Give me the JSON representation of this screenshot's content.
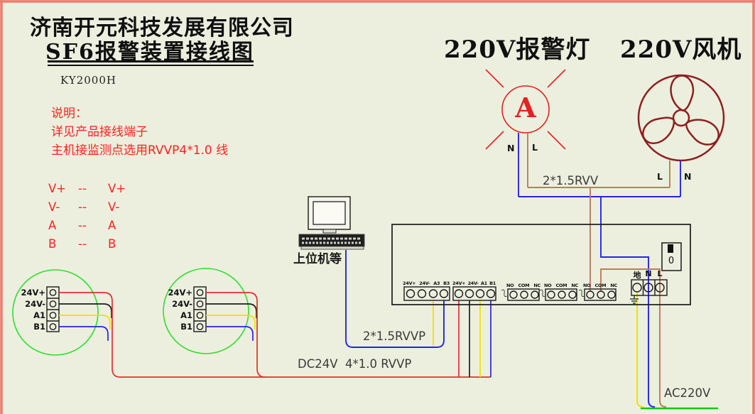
{
  "colors": {
    "background": "#ecefde",
    "frame": "#f2796e",
    "note_red": "#ff2020",
    "sensor_circle_green": "#2ee02e",
    "wire_red": "#e03030",
    "wire_black": "#1d1d1d",
    "wire_yellow": "#f0e000",
    "wire_blue": "#2424e8",
    "wire_brown": "#bd7b5e",
    "wire_green": "#00cc00",
    "lamp_red": "#e32222",
    "fan_maroon": "#8e1f1f"
  },
  "header": {
    "company": "济南开元科技发展有限公司",
    "title": "SF6报警装置接线图",
    "model": "KY2000H"
  },
  "notes": {
    "heading": "说明：",
    "line1": "详见产品接线端子",
    "line2": "主机接监测点选用RVVP4*1.0 线"
  },
  "signal_map": {
    "rows": [
      {
        "left": "V+",
        "sep": "--",
        "right": "V+"
      },
      {
        "left": "V-",
        "sep": "--",
        "right": "V-"
      },
      {
        "left": "A",
        "sep": "--",
        "right": "A"
      },
      {
        "left": "B",
        "sep": "--",
        "right": "B"
      }
    ]
  },
  "sensors": {
    "pins": [
      "24V+",
      "24V-",
      "A1",
      "B1"
    ]
  },
  "host_pc": {
    "label": "上位机等"
  },
  "alarm_lamp": {
    "heading": "220V报警灯",
    "symbol": "A",
    "n_label": "N",
    "l_label": "L"
  },
  "fan": {
    "heading": "220V风机",
    "l_label": "L",
    "n_label": "N"
  },
  "device": {
    "block_a3_pins": [
      "24V+",
      "24V-",
      "A3",
      "B3"
    ],
    "block_a1_pins": [
      "24V+",
      "24V-",
      "A1",
      "B1"
    ],
    "relay_pins": [
      "NO",
      "COM",
      "NC"
    ],
    "mains_pins": [
      "地",
      "N",
      "L"
    ],
    "switch_off_label": "0"
  },
  "cables": {
    "lamp_fan": "2*1.5RVV",
    "host": "2*1.5RVVP",
    "sensor_bus": "DC24V  4*1.0 RVVP",
    "mains_in": "AC220V"
  }
}
